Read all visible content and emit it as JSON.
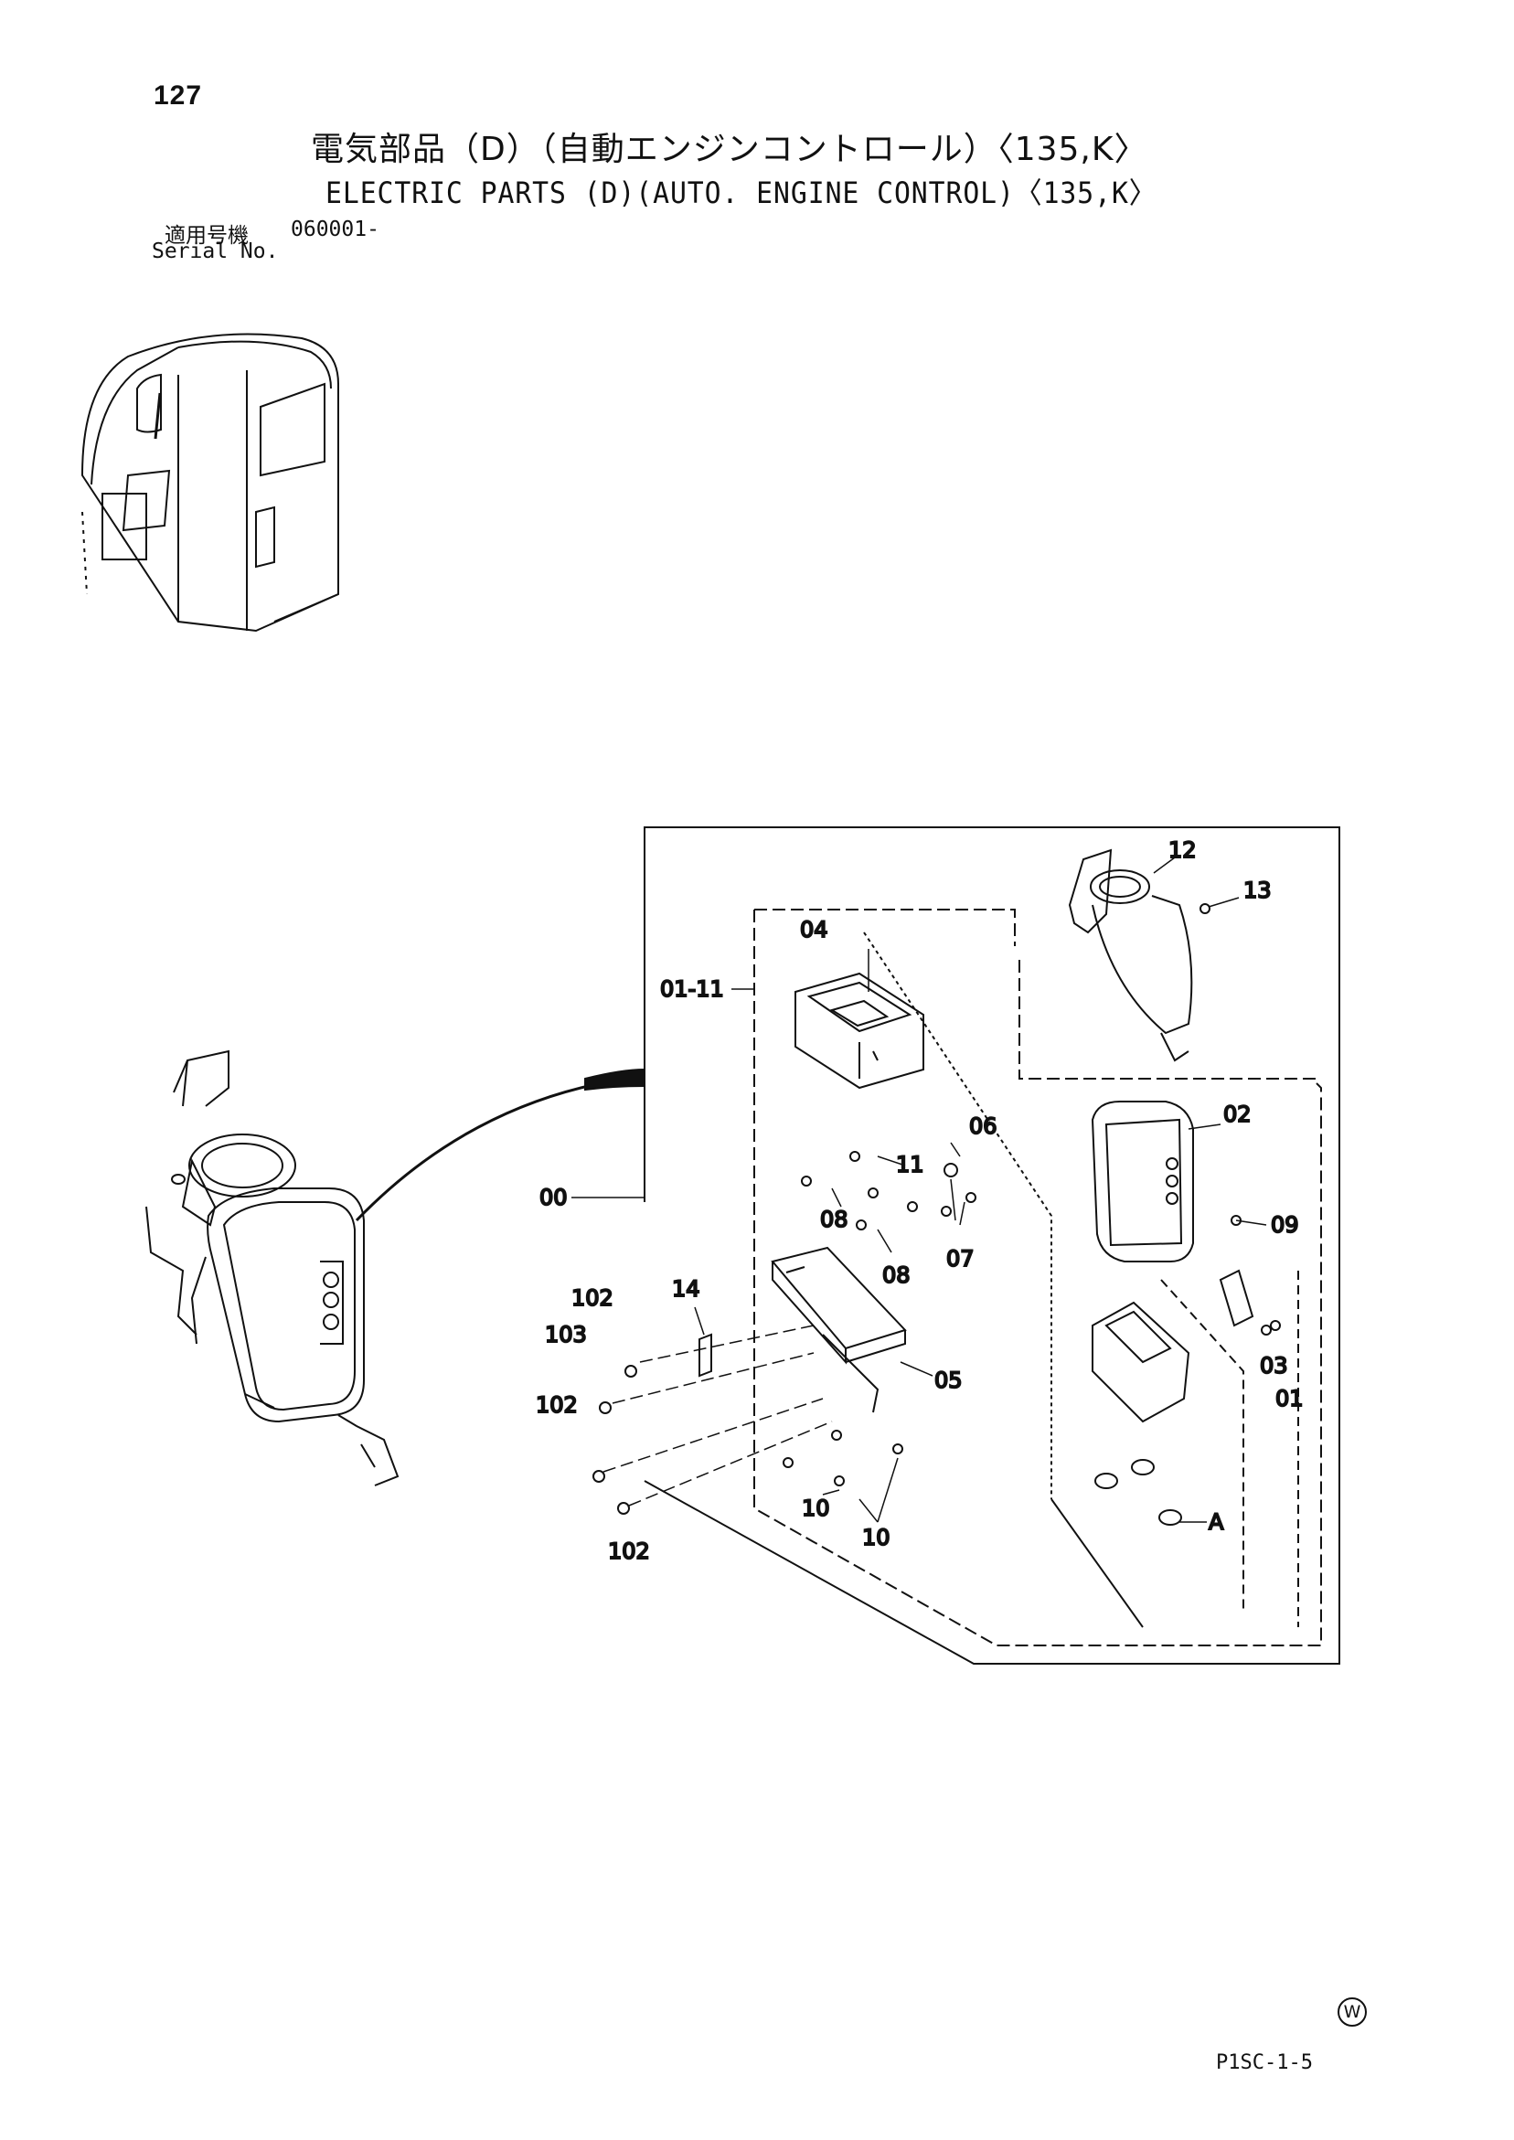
{
  "page_number": "127",
  "title_ja": "電気部品（D）（自動エンジンコントロール）〈135,K〉",
  "title_en": "ELECTRIC PARTS (D)(AUTO. ENGINE CONTROL)〈135,K〉",
  "serial": {
    "label_ja": "適用号機",
    "value": "060001-",
    "label_en": "Serial No."
  },
  "callouts": {
    "c00": "00",
    "c01": "01",
    "c01_11": "01-11",
    "c02": "02",
    "c03": "03",
    "c04": "04",
    "c05": "05",
    "c06": "06",
    "c07": "07",
    "c08a": "08",
    "c08b": "08",
    "c09": "09",
    "c10a": "10",
    "c10b": "10",
    "c11": "11",
    "c12": "12",
    "c13": "13",
    "c14": "14",
    "c102a": "102",
    "c102b": "102",
    "c102c": "102",
    "c103": "103",
    "cA": "A"
  },
  "mark": "W",
  "page_code": "P1SC-1-5"
}
